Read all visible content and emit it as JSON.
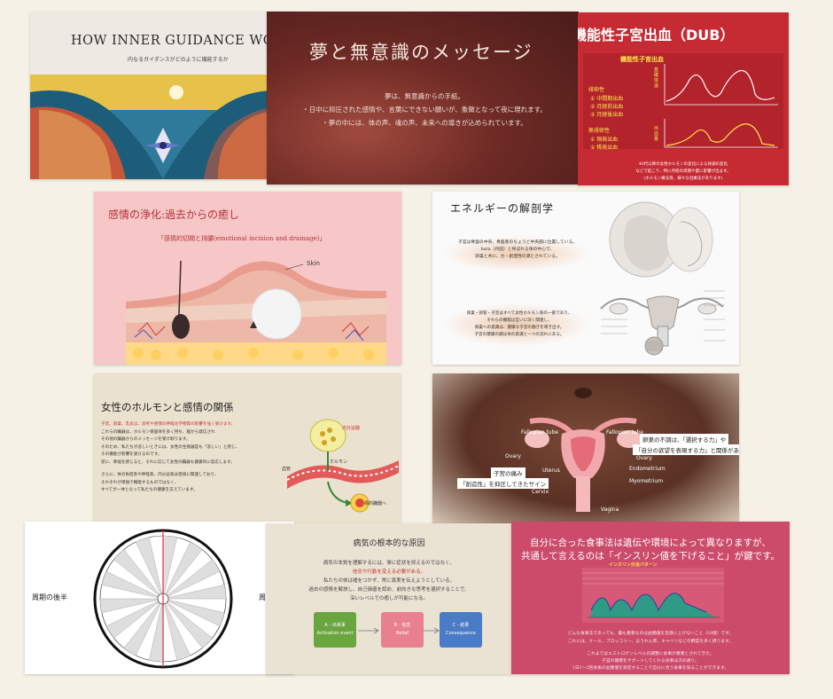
{
  "slides": {
    "s1": {
      "title": "HOW INNER GUIDANCE WOR",
      "subtitle": "内なるガイダンスがどのように機能するか"
    },
    "s2": {
      "title": "夢と無意識のメッセージ",
      "lines": [
        "夢は、無意識からの手紙。",
        "・日中に抑圧された感情や、言葉にできない願いが、象徴となって夜に現れます。",
        "・夢の中には、体の声、魂の声、未来への導きが込められています。"
      ]
    },
    "s3": {
      "title": "機能性子宮出血（DUB）",
      "chart_title": "機能性子宮出血",
      "ytitle": "基礎体温",
      "ytitle2": "出血量",
      "group1": "排卵性",
      "items1": [
        "① 中間期出血",
        "② 月経前出血",
        "③ 月経後出血"
      ],
      "group2": "無排卵性",
      "items2": [
        "① 頻発出血",
        "② 稀発出血"
      ],
      "footer": [
        "40代以降の女性ホルモンの変化による体調の変化",
        "などで起こり、特に月経の周期や量に影響が出ます。",
        "(ホルモン療法等、様々な治療法があります)"
      ]
    },
    "s4": {
      "title": "感情の浄化:過去からの癒し",
      "subtitle": "「感情的切開と排膿(emotional incision and drainage)」",
      "skin": "Skin"
    },
    "s5": {
      "title": "エネルギーの解剖学",
      "lines1": [
        "子宮は骨盤の中央、骨盤底のちょうど中央部に位置している。",
        "hara（丹田）と呼ばれる体の中心で、",
        "卵巣と共に、力・創造性の源とされている。"
      ],
      "lines2": [
        "卵巣・卵管・子宮はすべて女性ホルモン系の一部であり、",
        "それらの機能は互いに深く関連し、",
        "卵巣への意識は、健康な子宮の働きを導き出す。",
        "子宮の健康の鍵は体の意識と一つの流れにある。"
      ]
    },
    "s6": {
      "title": "女性のホルモンと感情の関係",
      "lead": "子宮、卵巣、乳房は、思考や感情の神経化学物質の影響を強く受けます。",
      "lines": [
        "これらの臓器は、ホルモン受容体を多く持ち、脳から発信され",
        "その他の臓器からのメッセージを受け取ります。",
        "そのため、私たちが悲しいときには、女性の生殖器官も「悲しい」と感じ、",
        "その機能が影響を受けるのです。",
        "逆に、幸福を感じると、それに応じて女性の臓器も健康的に反応します。",
        "",
        "さらに、体の免疫系や神経系、内分泌系は密接に関連しており、",
        "それぞれが単独で機能するものではなく、",
        "すべてが一体となって私たちの健康を支えています。"
      ],
      "label_gland": "内分泌腺",
      "label_hormone": "ホルモン",
      "label_blood": "血管",
      "label_target": "標的臓器へ"
    },
    "s7": {
      "labels": [
        "Fallopian tube",
        "Fallopian tube",
        "Ovary",
        "Ovary",
        "Uterus",
        "Endometrium",
        "Myometrium",
        "Cervix",
        "Vagina"
      ],
      "box1": "子宮の痛み",
      "box2": "「創造性」を抑圧してきたサイン",
      "box3": "卵巣の不調は、「選択する力」や",
      "box4": "「自分の欲望を表現する力」と関係がある"
    },
    "s8": {
      "left_text": "周期の後半",
      "right_text": "周期の前半"
    },
    "s9": {
      "title": "病気の根本的な原因",
      "lines": [
        "病気の本質を理解するには、単に症状を抑えるのではなく、",
        "信念や行動を変える必要がある。",
        "私たちの体は嘘をつかず、常に真実を伝えようとしている。",
        "過去の感情を解放し、自己価値を認め、前向きな思考を選択することで、",
        "深いレベルでの癒しが可能になる。"
      ],
      "boxes": [
        {
          "t1": "A - 出来事",
          "t2": "Activation event",
          "color": "#6aa63f"
        },
        {
          "t1": "B - 信念",
          "t2": "Belief",
          "color": "#e8808f"
        },
        {
          "t1": "C - 結果",
          "t2": "Consequence",
          "color": "#4a7bc6"
        }
      ]
    },
    "s10": {
      "title1": "自分に合った食事法は遺伝や環境によって異なりますが、",
      "title2": "共通して言えるのは「インスリン値を下げること」が鍵です。",
      "chart_title": "インスリン分泌パターン",
      "lines": [
        "どんな食事法であっても、最も重要なのは血糖値を急激に上げないこと（GI値）です。",
        "これには、ケール、ブロッコリー、ほうれん草、キャベツなどの野菜を多く摂ります。",
        "",
        "これまではエストロゲンレベルの調整に食事が重要とされてきた。",
        "子宮の健康をサポートしてくれる食事は次の通り。",
        "1日1～2回食後の血糖値を測定することで自分に合う食事を知ることができます。"
      ]
    }
  }
}
